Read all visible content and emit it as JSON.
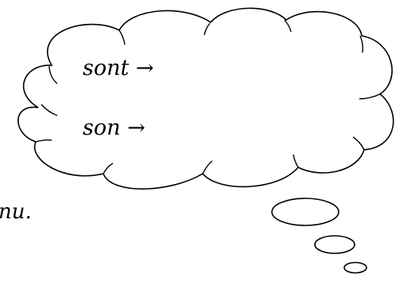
{
  "thought_bubble": {
    "line1": "sont →",
    "line2": "son →"
  },
  "partial_text": "nu."
}
